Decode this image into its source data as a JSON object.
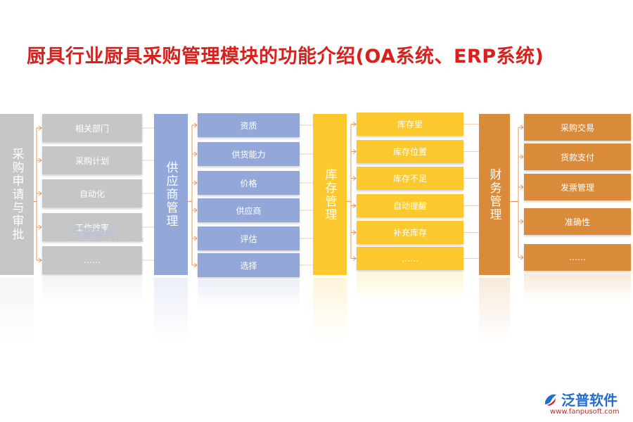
{
  "title": "厨具行业厨具采购管理模块的功能介绍(OA系统、ERP系统)",
  "colors": {
    "gray": "#c6c6c6",
    "blue": "#93a8d8",
    "yellow": "#fbc92e",
    "orange": "#d98b3a",
    "title": "#d8201c",
    "connector": "#e59a5b"
  },
  "groups": [
    {
      "id": "purchase-request",
      "header": "采购申请与审批",
      "color": "gray",
      "items": [
        "相关部门",
        "采购计划",
        "自动化",
        "工作效率",
        "……"
      ]
    },
    {
      "id": "supplier-management",
      "header": "供应商管理",
      "color": "blue",
      "items": [
        "资质",
        "供货能力",
        "价格",
        "供应商",
        "评估",
        "选择"
      ]
    },
    {
      "id": "inventory-management",
      "header": "库存管理",
      "color": "yellow",
      "items": [
        "库存里",
        "库存位置",
        "库存不足",
        "自动提醒",
        "补充库存",
        "……"
      ]
    },
    {
      "id": "finance-management",
      "header": "财务管理",
      "color": "orange",
      "items": [
        "采购交易",
        "货款支付",
        "发票管理",
        "准确性",
        "……"
      ]
    }
  ],
  "watermark": {
    "text": "泛普软件",
    "sub": "FANPU SOFTWARE"
  },
  "logo": {
    "text": "泛普软件",
    "url": "www.fanpusoft.com"
  }
}
